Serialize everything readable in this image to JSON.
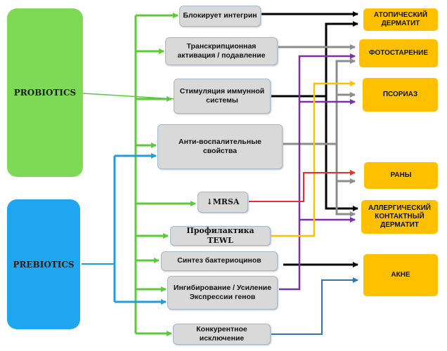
{
  "sources": {
    "probiotics": "PROBIOTICS",
    "prebiotics": "PREBIOTICS"
  },
  "mechanisms": [
    "Блокирует интегрин",
    "Транскрипционная\nактивация / подавление",
    "Стимуляция иммунной\nсистемы",
    "Анти-воспалительные\nсвойства",
    "↓MRSA",
    "Профилактика  TEWL",
    "Синтез бактериоцинов",
    "Ингибирование / Усиление\nЭкспрессии генов",
    "Конкурентное  исключение"
  ],
  "diseases": [
    "АТОПИЧЕСКИЙ\nДЕРМАТИТ",
    "ФОТОСТАРЕНИЕ",
    "ПСОРИАЗ",
    "РАНЫ",
    "АЛЛЕРГИЧЕСКИЙ\nКОНТАКТНЫЙ\nДЕРМАТИТ",
    "АКНЕ"
  ],
  "colors": {
    "probiotics": "#7ed957",
    "prebiotics": "#1ea7f0",
    "green_line": "#5cc93a",
    "blue_line": "#1e9de0",
    "black": "#000000",
    "gray": "#8c8c8c",
    "purple": "#7b2fa8",
    "orange": "#ffc000",
    "red": "#e8302a",
    "akne_blue": "#2e75b6"
  }
}
